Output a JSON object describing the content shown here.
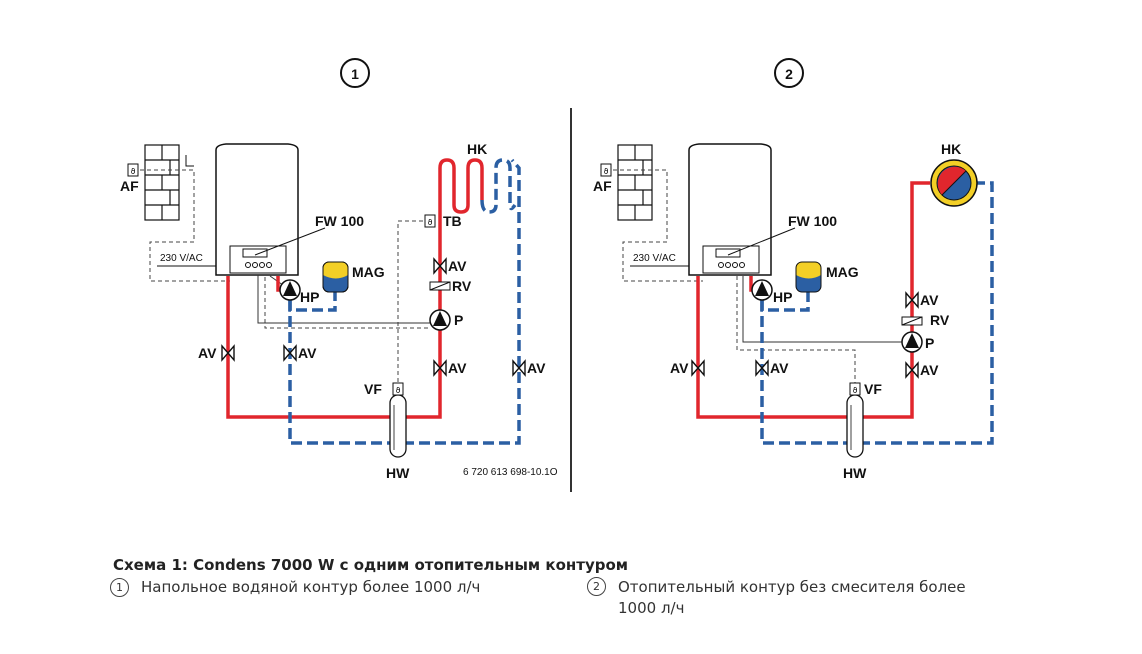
{
  "panels": [
    {
      "number": "1",
      "af": "AF",
      "voltage": "230 V/AC",
      "fw": "FW 100",
      "mag": "MAG",
      "hp": "HP",
      "p": "P",
      "hk": "HK",
      "tb": "TB",
      "av": "AV",
      "rv": "RV",
      "vf": "VF",
      "hw": "HW",
      "ref": "6 720 613 698-10.1O"
    },
    {
      "number": "2",
      "af": "AF",
      "voltage": "230 V/AC",
      "fw": "FW 100",
      "mag": "MAG",
      "hp": "HP",
      "p": "P",
      "hk": "HK",
      "av": "AV",
      "rv": "RV",
      "vf": "VF",
      "hw": "HW"
    }
  ],
  "colors": {
    "flow": "#e1262d",
    "return": "#2b5fa3",
    "mag_top": "#f3cf26",
    "mag_bottom": "#2b5fa3",
    "line": "#333333"
  },
  "caption": {
    "title": "Схема 1: Condens 7000 W с одним отопительным контуром",
    "items": [
      {
        "num": "1",
        "text": "Напольное водяной контур более 1000 л/ч"
      },
      {
        "num": "2",
        "text": "Отопительный контур без смесителя более 1000 л/ч"
      }
    ]
  }
}
